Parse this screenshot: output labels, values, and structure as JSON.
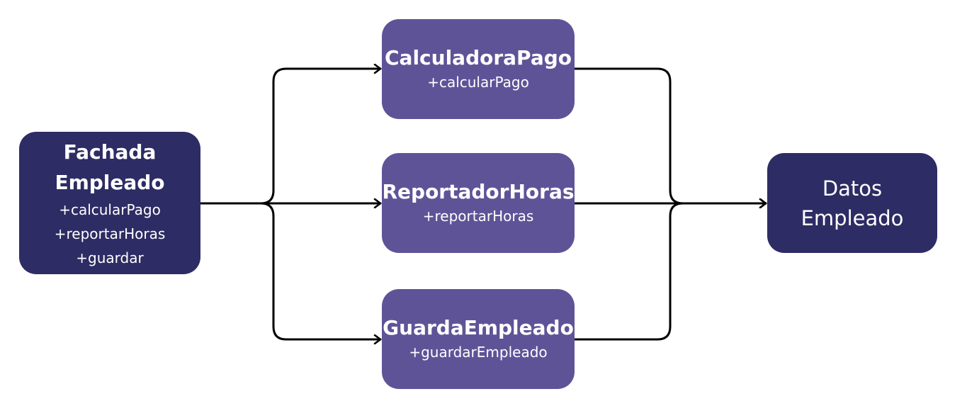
{
  "colors": {
    "dark_box": "#2e2c64",
    "purple_box": "#5f5398",
    "connector": "#000000",
    "text": "#ffffff"
  },
  "nodes": {
    "fachada": {
      "title_lines": [
        "Fachada",
        "Empleado"
      ],
      "methods": [
        "+calcularPago",
        "+reportarHoras",
        "+guardar"
      ]
    },
    "calculadora": {
      "title": "CalculadoraPago",
      "method": "+calcularPago"
    },
    "reportador": {
      "title": "ReportadorHoras",
      "method": "+reportarHoras"
    },
    "guarda": {
      "title": "GuardaEmpleado",
      "method": "+guardarEmpleado"
    },
    "datos": {
      "title_lines": [
        "Datos",
        "Empleado"
      ]
    }
  },
  "edges": [
    {
      "from": "fachada",
      "to": "calculadora"
    },
    {
      "from": "fachada",
      "to": "reportador"
    },
    {
      "from": "fachada",
      "to": "guarda"
    },
    {
      "from": "calculadora",
      "to": "datos"
    },
    {
      "from": "reportador",
      "to": "datos"
    },
    {
      "from": "guarda",
      "to": "datos"
    }
  ]
}
